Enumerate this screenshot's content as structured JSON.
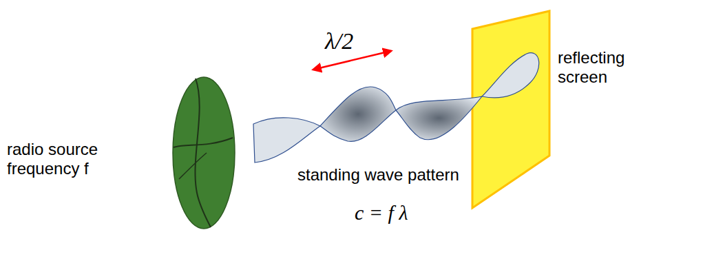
{
  "diagram": {
    "labels": [
      "radio source frequency f",
      "λ/2",
      "reflecting screen",
      "standing wave pattern",
      "c = f λ"
    ]
  }
}
